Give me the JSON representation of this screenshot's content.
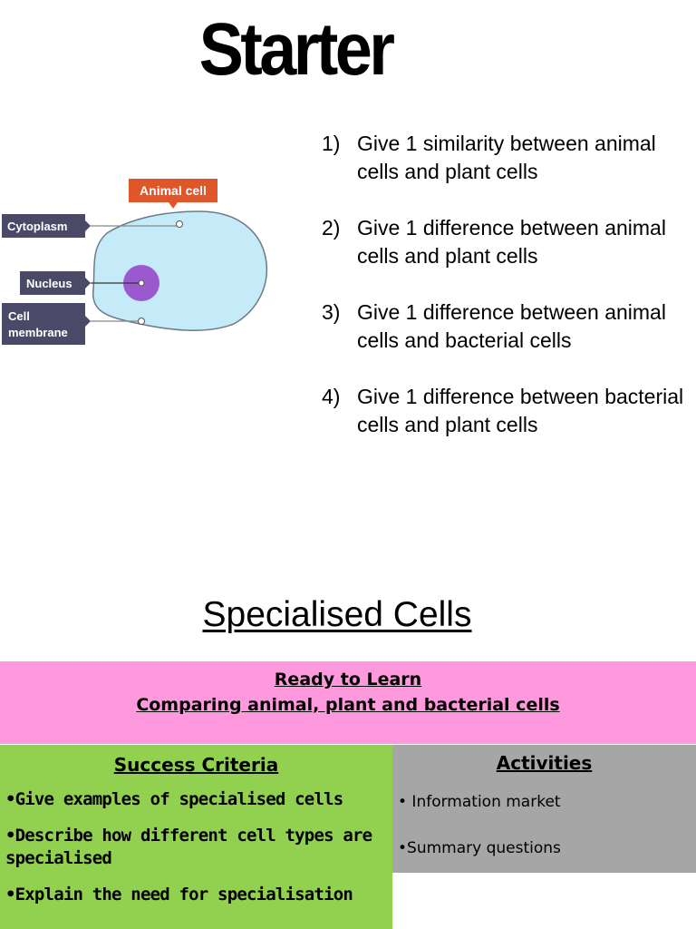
{
  "title": "Starter",
  "diagram": {
    "callout": "Animal cell",
    "label_cytoplasm": "Cytoplasm",
    "label_nucleus": "Nucleus",
    "label_membrane_1": "Cell",
    "label_membrane_2": "membrane",
    "colors": {
      "cell_fill": "#c5ebf8",
      "nucleus": "#9b59d0",
      "label_bg": "#4a4a68",
      "callout_bg": "#e0562a"
    }
  },
  "questions": [
    {
      "num": "1)",
      "text": "Give 1 similarity between animal cells and plant cells"
    },
    {
      "num": "2)",
      "text": "Give 1 difference between animal cells and plant cells"
    },
    {
      "num": "3)",
      "text": "Give 1 difference between animal cells and bacterial cells"
    },
    {
      "num": "4)",
      "text": "Give 1 difference between bacterial cells and plant cells"
    }
  ],
  "section_title": "Specialised Cells",
  "ready": {
    "line1": "Ready to Learn",
    "line2": "Comparing animal, plant and bacterial cells"
  },
  "success": {
    "heading": "Success Criteria",
    "items": [
      "•Give examples of specialised cells",
      "•Describe how different cell types are specialised",
      "•Explain the need for specialisation"
    ]
  },
  "activities": {
    "heading": "Activities",
    "items": [
      "•  Information market",
      "•Summary questions"
    ]
  },
  "colors": {
    "ready_bg": "#ff99dd",
    "success_bg": "#92d050",
    "activities_bg": "#a6a6a6"
  }
}
